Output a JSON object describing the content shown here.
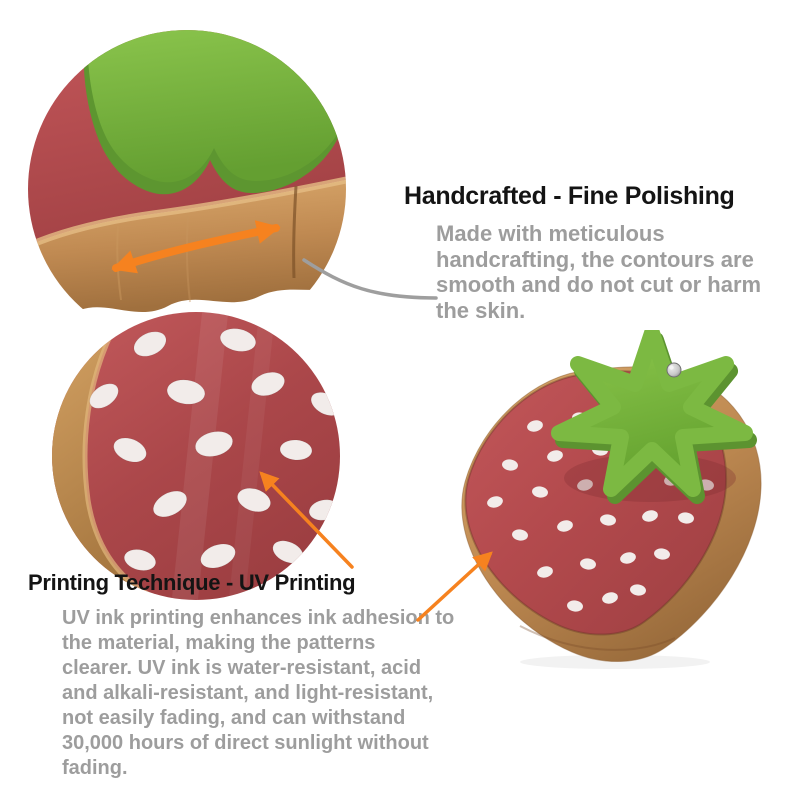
{
  "page": {
    "background": "#ffffff"
  },
  "colors": {
    "accent_orange": "#f6821f",
    "connector_gray": "#9e9e9e",
    "heading_text": "#141414",
    "body_text": "#9d9d9d",
    "wood_tan": "#c08a52",
    "strawberry_red": "#b04a4d",
    "leaf_green": "#7cb942",
    "seed_dot_white": "#f2ecea",
    "rivet_silver": "#c9c9c9"
  },
  "sections": {
    "polishing": {
      "heading": "Handcrafted - Fine Polishing",
      "body": [
        "Made with meticulous",
        "handcrafting, the contours are",
        "smooth and do not cut or harm",
        "the skin."
      ]
    },
    "printing": {
      "heading": "Printing Technique - UV Printing",
      "body": [
        "UV ink printing enhances ink adhesion to",
        "the material, making the patterns",
        "clearer. UV ink is water-resistant, acid",
        "and alkali-resistant, and light-resistant,",
        "not easily fading, and can withstand",
        "30,000 hours of direct sunlight without",
        "fading."
      ]
    }
  },
  "icons": {
    "double_arrow": "double-headed curved arrow",
    "pointer_arrow": "pointer arrow"
  }
}
